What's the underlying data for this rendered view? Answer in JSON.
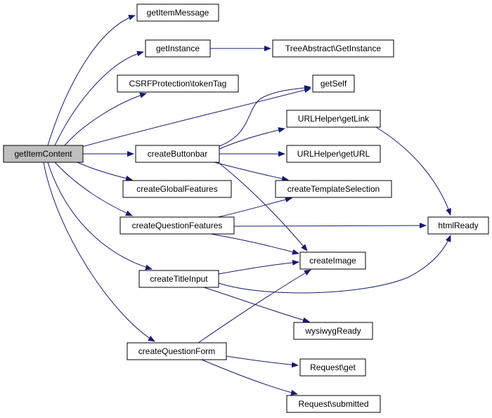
{
  "colors": {
    "edge": "#191970",
    "root_fill": "#bfbfbf",
    "node_fill": "#ffffff",
    "node_border": "#000000"
  },
  "nodes": [
    {
      "id": "getItemContent",
      "label": "getItemContent",
      "root": true
    },
    {
      "id": "getItemMessage",
      "label": "getItemMessage"
    },
    {
      "id": "getInstance",
      "label": "getInstance"
    },
    {
      "id": "TreeAbstract_GetInstance",
      "label": "TreeAbstract\\GetInstance"
    },
    {
      "id": "tokenTag",
      "label": "CSRFProtection\\tokenTag"
    },
    {
      "id": "getSelf",
      "label": "getSelf"
    },
    {
      "id": "getLink",
      "label": "URLHelper\\getLink"
    },
    {
      "id": "createButtonbar",
      "label": "createButtonbar"
    },
    {
      "id": "getURL",
      "label": "URLHelper\\getURL"
    },
    {
      "id": "createGlobalFeatures",
      "label": "createGlobalFeatures"
    },
    {
      "id": "createTemplateSelection",
      "label": "createTemplateSelection"
    },
    {
      "id": "createQuestionFeatures",
      "label": "createQuestionFeatures"
    },
    {
      "id": "htmlReady",
      "label": "htmlReady"
    },
    {
      "id": "createImage",
      "label": "createImage"
    },
    {
      "id": "createTitleInput",
      "label": "createTitleInput"
    },
    {
      "id": "wysiwygReady",
      "label": "wysiwygReady"
    },
    {
      "id": "createQuestionForm",
      "label": "createQuestionForm"
    },
    {
      "id": "Request_get",
      "label": "Request\\get"
    },
    {
      "id": "Request_submitted",
      "label": "Request\\submitted"
    }
  ],
  "edges": [
    [
      "getItemContent",
      "getItemMessage"
    ],
    [
      "getItemContent",
      "getInstance"
    ],
    [
      "getInstance",
      "TreeAbstract_GetInstance"
    ],
    [
      "getItemContent",
      "tokenTag"
    ],
    [
      "getItemContent",
      "getSelf"
    ],
    [
      "getItemContent",
      "createButtonbar"
    ],
    [
      "createButtonbar",
      "getSelf"
    ],
    [
      "createButtonbar",
      "getLink"
    ],
    [
      "createButtonbar",
      "getURL"
    ],
    [
      "createButtonbar",
      "createTemplateSelection"
    ],
    [
      "createButtonbar",
      "createImage"
    ],
    [
      "getLink",
      "htmlReady"
    ],
    [
      "getItemContent",
      "createGlobalFeatures"
    ],
    [
      "getItemContent",
      "createQuestionFeatures"
    ],
    [
      "createQuestionFeatures",
      "createTemplateSelection"
    ],
    [
      "createQuestionFeatures",
      "htmlReady"
    ],
    [
      "createQuestionFeatures",
      "createImage"
    ],
    [
      "getItemContent",
      "createTitleInput"
    ],
    [
      "createTitleInput",
      "createImage"
    ],
    [
      "createTitleInput",
      "htmlReady"
    ],
    [
      "createTitleInput",
      "wysiwygReady"
    ],
    [
      "getItemContent",
      "createQuestionForm"
    ],
    [
      "createQuestionForm",
      "createImage"
    ],
    [
      "createQuestionForm",
      "Request_get"
    ],
    [
      "createQuestionForm",
      "Request_submitted"
    ]
  ]
}
